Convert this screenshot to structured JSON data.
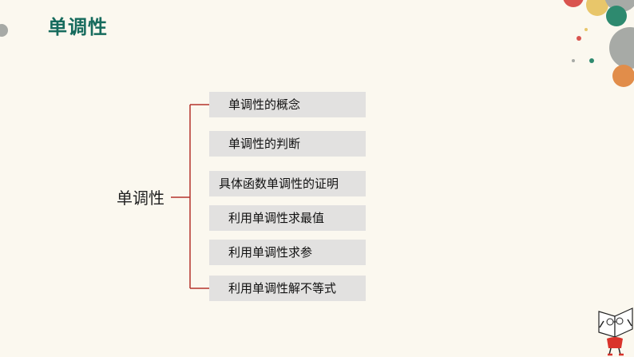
{
  "slide": {
    "title": "单调性",
    "root": "单调性",
    "items": [
      "单调性的概念",
      "单调性的判断",
      "具体函数单调性的证明",
      "利用单调性求最值",
      "利用单调性求参",
      "利用单调性解不等式"
    ]
  },
  "colors": {
    "background": "#fbf8ef",
    "title": "#166b5d",
    "connector": "#b5322c",
    "item_bg": "#e2e1e0"
  },
  "icons": [
    "decorative-bubbles",
    "reading-mascot-icon"
  ]
}
